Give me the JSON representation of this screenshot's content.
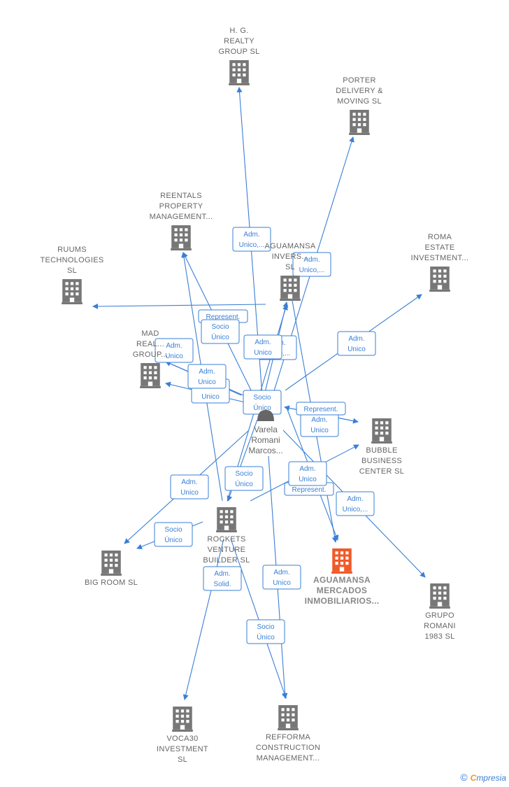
{
  "colors": {
    "edge": "#3a7fd5",
    "building": "#777777",
    "highlight": "#f05a28"
  },
  "nodes": [
    {
      "id": "hg",
      "type": "company",
      "label": [
        "H.  G.",
        "REALTY",
        "GROUP  SL"
      ]
    },
    {
      "id": "porter",
      "type": "company",
      "label": [
        "PORTER",
        "DELIVERY &",
        "MOVING  SL"
      ]
    },
    {
      "id": "reentals",
      "type": "company",
      "label": [
        "REENTALS",
        "PROPERTY",
        "MANAGEMENT..."
      ]
    },
    {
      "id": "roma",
      "type": "company",
      "label": [
        "ROMA",
        "ESTATE",
        "INVESTMENT..."
      ]
    },
    {
      "id": "ruums",
      "type": "company",
      "label": [
        "RUUMS",
        "TECHNOLOGIES",
        "SL"
      ]
    },
    {
      "id": "aguainv",
      "type": "company",
      "label": [
        "AGUAMANSA",
        "INVERS...",
        "SL"
      ]
    },
    {
      "id": "mad",
      "type": "company",
      "label": [
        "MAD",
        "REAL...",
        "GROUP..."
      ]
    },
    {
      "id": "person",
      "type": "person",
      "label": [
        "Varela",
        "Romani",
        "Marcos..."
      ]
    },
    {
      "id": "bubble",
      "type": "company",
      "label": [
        "BUBBLE",
        "BUSINESS",
        "CENTER  SL"
      ]
    },
    {
      "id": "rockets",
      "type": "company",
      "label": [
        "ROCKETS",
        "VENTURE",
        "BUILDER  SL"
      ]
    },
    {
      "id": "bigroom",
      "type": "company",
      "label": [
        "BIG ROOM  SL"
      ]
    },
    {
      "id": "aguamerc",
      "type": "company",
      "highlight": true,
      "label": [
        "AGUAMANSA",
        "MERCADOS",
        "INMOBILIARIOS..."
      ]
    },
    {
      "id": "grupo",
      "type": "company",
      "label": [
        "GRUPO",
        "ROMANI",
        "1983  SL"
      ]
    },
    {
      "id": "voca",
      "type": "company",
      "label": [
        "VOCA30",
        "INVESTMENT",
        "SL"
      ]
    },
    {
      "id": "refforma",
      "type": "company",
      "label": [
        "REFFORMA",
        "CONSTRUCTION",
        "MANAGEMENT..."
      ]
    }
  ],
  "edges": [
    {
      "from": "person",
      "to": "hg",
      "label": [
        "Adm.",
        "Unico,..."
      ]
    },
    {
      "from": "person",
      "to": "porter",
      "label": [
        "Adm.",
        "Unico,..."
      ]
    },
    {
      "from": "person",
      "to": "reentals",
      "label": [
        "Represent."
      ]
    },
    {
      "from": "person",
      "to": "roma",
      "label": [
        "Adm.",
        "Unico"
      ]
    },
    {
      "from": "aguainv",
      "to": "ruums",
      "label": [
        "Socio",
        "Único"
      ]
    },
    {
      "from": "person",
      "to": "aguainv",
      "label": [
        "Adm.",
        "Unico,..."
      ]
    },
    {
      "from": "person",
      "to": "mad",
      "label": [
        "Adm.",
        "Unico"
      ]
    },
    {
      "from": "person",
      "to": "mad",
      "label": [
        "Adm.",
        "Unico"
      ]
    },
    {
      "from": "person",
      "to": "bubble",
      "label": [
        "Adm.",
        "Unico"
      ]
    },
    {
      "from": "person",
      "to": "rockets",
      "label": [
        "Socio",
        "Único"
      ]
    },
    {
      "from": "person",
      "to": "bigroom",
      "label": [
        "Adm.",
        "Unico"
      ]
    },
    {
      "from": "person",
      "to": "aguamerc",
      "label": [
        "Represent."
      ]
    },
    {
      "from": "person",
      "to": "grupo",
      "label": [
        "Adm.",
        "Unico,..."
      ]
    },
    {
      "from": "rockets",
      "to": "voca",
      "label": [
        "Adm.",
        "Solid."
      ]
    },
    {
      "from": "person",
      "to": "refforma",
      "label": [
        "Adm.",
        "Unico"
      ]
    },
    {
      "from": "rockets",
      "to": "refforma",
      "label": [
        "Socio",
        "Único"
      ]
    },
    {
      "from": "rockets",
      "to": "bigroom",
      "label": [
        "Socio",
        "Único"
      ]
    },
    {
      "from": "rockets",
      "to": "bubble",
      "label": [
        "Adm.",
        "Unico"
      ]
    },
    {
      "from": "rockets",
      "to": "aguainv",
      "label": [
        "Adm.",
        "Unico"
      ]
    },
    {
      "from": "rockets",
      "to": "reentals",
      "label": [
        "Adm.",
        "Unico"
      ]
    },
    {
      "from": "aguainv",
      "to": "aguamerc",
      "label": [
        "Adm.",
        "Unico,..."
      ]
    },
    {
      "from": "bubble",
      "to": "person",
      "label": [
        "Represent."
      ]
    },
    {
      "from": "mad",
      "to": "person",
      "label": [
        "Socio",
        "Único"
      ]
    }
  ],
  "footer": {
    "copyright": "©",
    "brand_first": "C",
    "brand_rest": "mpresia"
  }
}
